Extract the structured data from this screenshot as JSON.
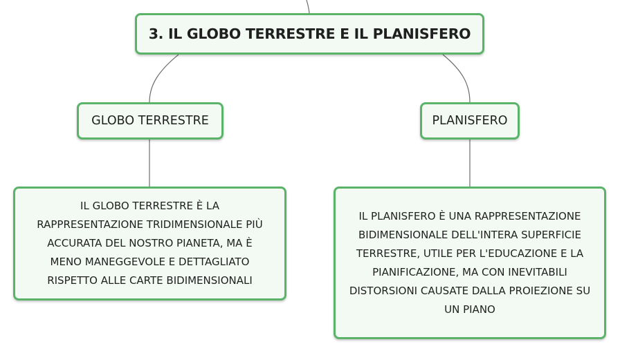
{
  "root": {
    "title": "3. IL GLOBO TERRESTRE E IL PLANISFERO"
  },
  "branches": [
    {
      "title": "GLOBO TERRESTRE",
      "description": "IL GLOBO TERRESTRE È LA RAPPRESENTAZIONE TRIDIMENSIONALE PIÙ ACCURATA DEL NOSTRO PIANETA, MA È MENO MANEGGEVOLE E DETTAGLIATO RISPETTO ALLE CARTE BIDIMENSIONALI"
    },
    {
      "title": "PLANISFERO",
      "description": "IL PLANISFERO È UNA RAPPRESENTAZIONE BIDIMENSIONALE DELL'INTERA SUPERFICIE TERRESTRE, UTILE PER L'EDUCAZIONE E LA PIANIFICAZIONE, MA CON INEVITABILI DISTORSIONI CAUSATE DALLA PROIEZIONE SU UN PIANO"
    }
  ],
  "colors": {
    "node_border": "#5bb36a",
    "node_fill": "#f2faf3",
    "connector": "#6b6b6b"
  }
}
